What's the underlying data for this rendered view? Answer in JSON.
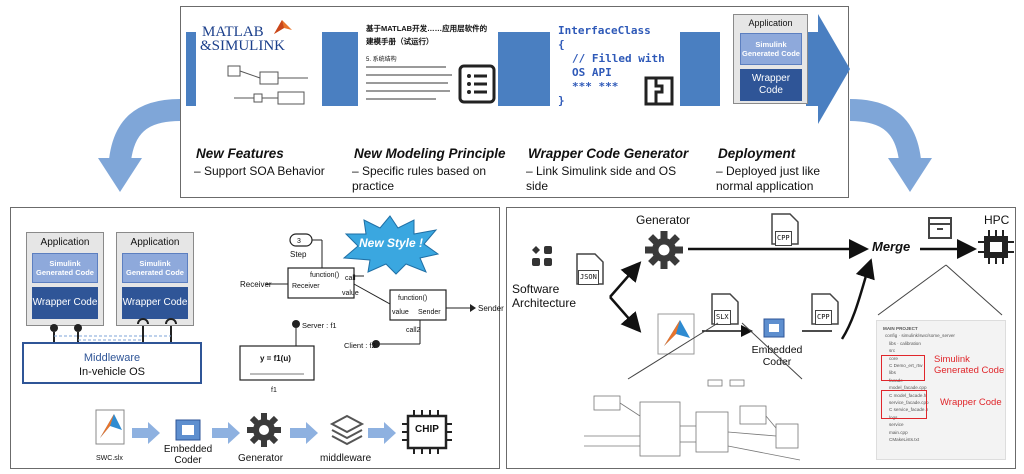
{
  "top": {
    "logo_line1": "MATLAB",
    "logo_line2": "&SIMULINK",
    "doc_title": "基于MATLAB开发……应用层软件的建模手册（试运行）",
    "doc_section": "5. 系统结构",
    "code_class": "InterfaceClass",
    "code_open": "{",
    "code_comment": "// Filled with OS API",
    "code_dots": "*** ***",
    "code_close": "}",
    "deploy_app": {
      "title": "Application",
      "generated": "Simulink Generated Code",
      "wrapper": "Wrapper Code"
    },
    "features": [
      {
        "title": "New Features",
        "desc": "–  Support SOA Behavior"
      },
      {
        "title": "New Modeling Principle",
        "desc": "–  Specific rules based on practice"
      },
      {
        "title": "Wrapper Code Generator",
        "desc": "–  Link Simulink side and OS side"
      },
      {
        "title": "Deployment",
        "desc": "–  Deployed just like normal application"
      }
    ]
  },
  "left": {
    "apps": [
      {
        "title": "Application",
        "generated": "Simulink Generated Code",
        "wrapper": "Wrapper Code"
      },
      {
        "title": "Application",
        "generated": "Simulink Generated Code",
        "wrapper": "Wrapper Code"
      }
    ],
    "middleware": "Middleware",
    "os": "In-vehicle OS",
    "badge": "New Style !",
    "model": {
      "step": "Step",
      "step_val": "3",
      "receiver": "Receiver",
      "receiver_port": "Receiver",
      "func1": "function()",
      "call": "call",
      "value": "value",
      "func2": "function()",
      "value2": "value",
      "sender_port": "Sender",
      "sender": "Sender",
      "call2": "call2",
      "server": "Server : f1",
      "fn_expr": "y = f1(u)",
      "fn_name": "f1",
      "client": "Client : f2"
    },
    "flow": [
      {
        "icon": "file-icon",
        "label": "SWC.slx"
      },
      {
        "icon": "chip-icon",
        "label": "Embedded Coder"
      },
      {
        "icon": "gear-icon",
        "label": "Generator"
      },
      {
        "icon": "layers-icon",
        "label": "middleware"
      },
      {
        "icon": "chip-icon",
        "label": "CHIP"
      }
    ]
  },
  "right": {
    "software": "Software Architecture",
    "json": "JSON",
    "generator": "Generator",
    "cpp1": "CPP",
    "merge": "Merge",
    "hpc": "HPC",
    "slx": "SLX",
    "cpp2": "CPP",
    "coder": "Embedded Coder",
    "tree": {
      "header": "MAIN PROJECT",
      "rows": [
        "config · simulink/swc/some_server",
        "libs · calibration",
        "src",
        "core",
        "C  Demo_ert_rtw",
        "libs",
        "facade",
        "model_facade.cpp",
        "C  model_facade.h",
        "service_facade.cpp",
        "C  service_facade.h",
        "logs",
        "service",
        "main.cpp",
        "CMakeLists.txt"
      ],
      "sgc_label": "Simulink Generated Code",
      "wrapper_label": "Wrapper Code"
    }
  },
  "colors": {
    "accent_blue": "#4a7fc1",
    "light_blue": "#8ea9db",
    "dark_blue": "#2f5597",
    "highlight_red": "#e0262b",
    "arrow_blue": "#7fa6d8"
  }
}
